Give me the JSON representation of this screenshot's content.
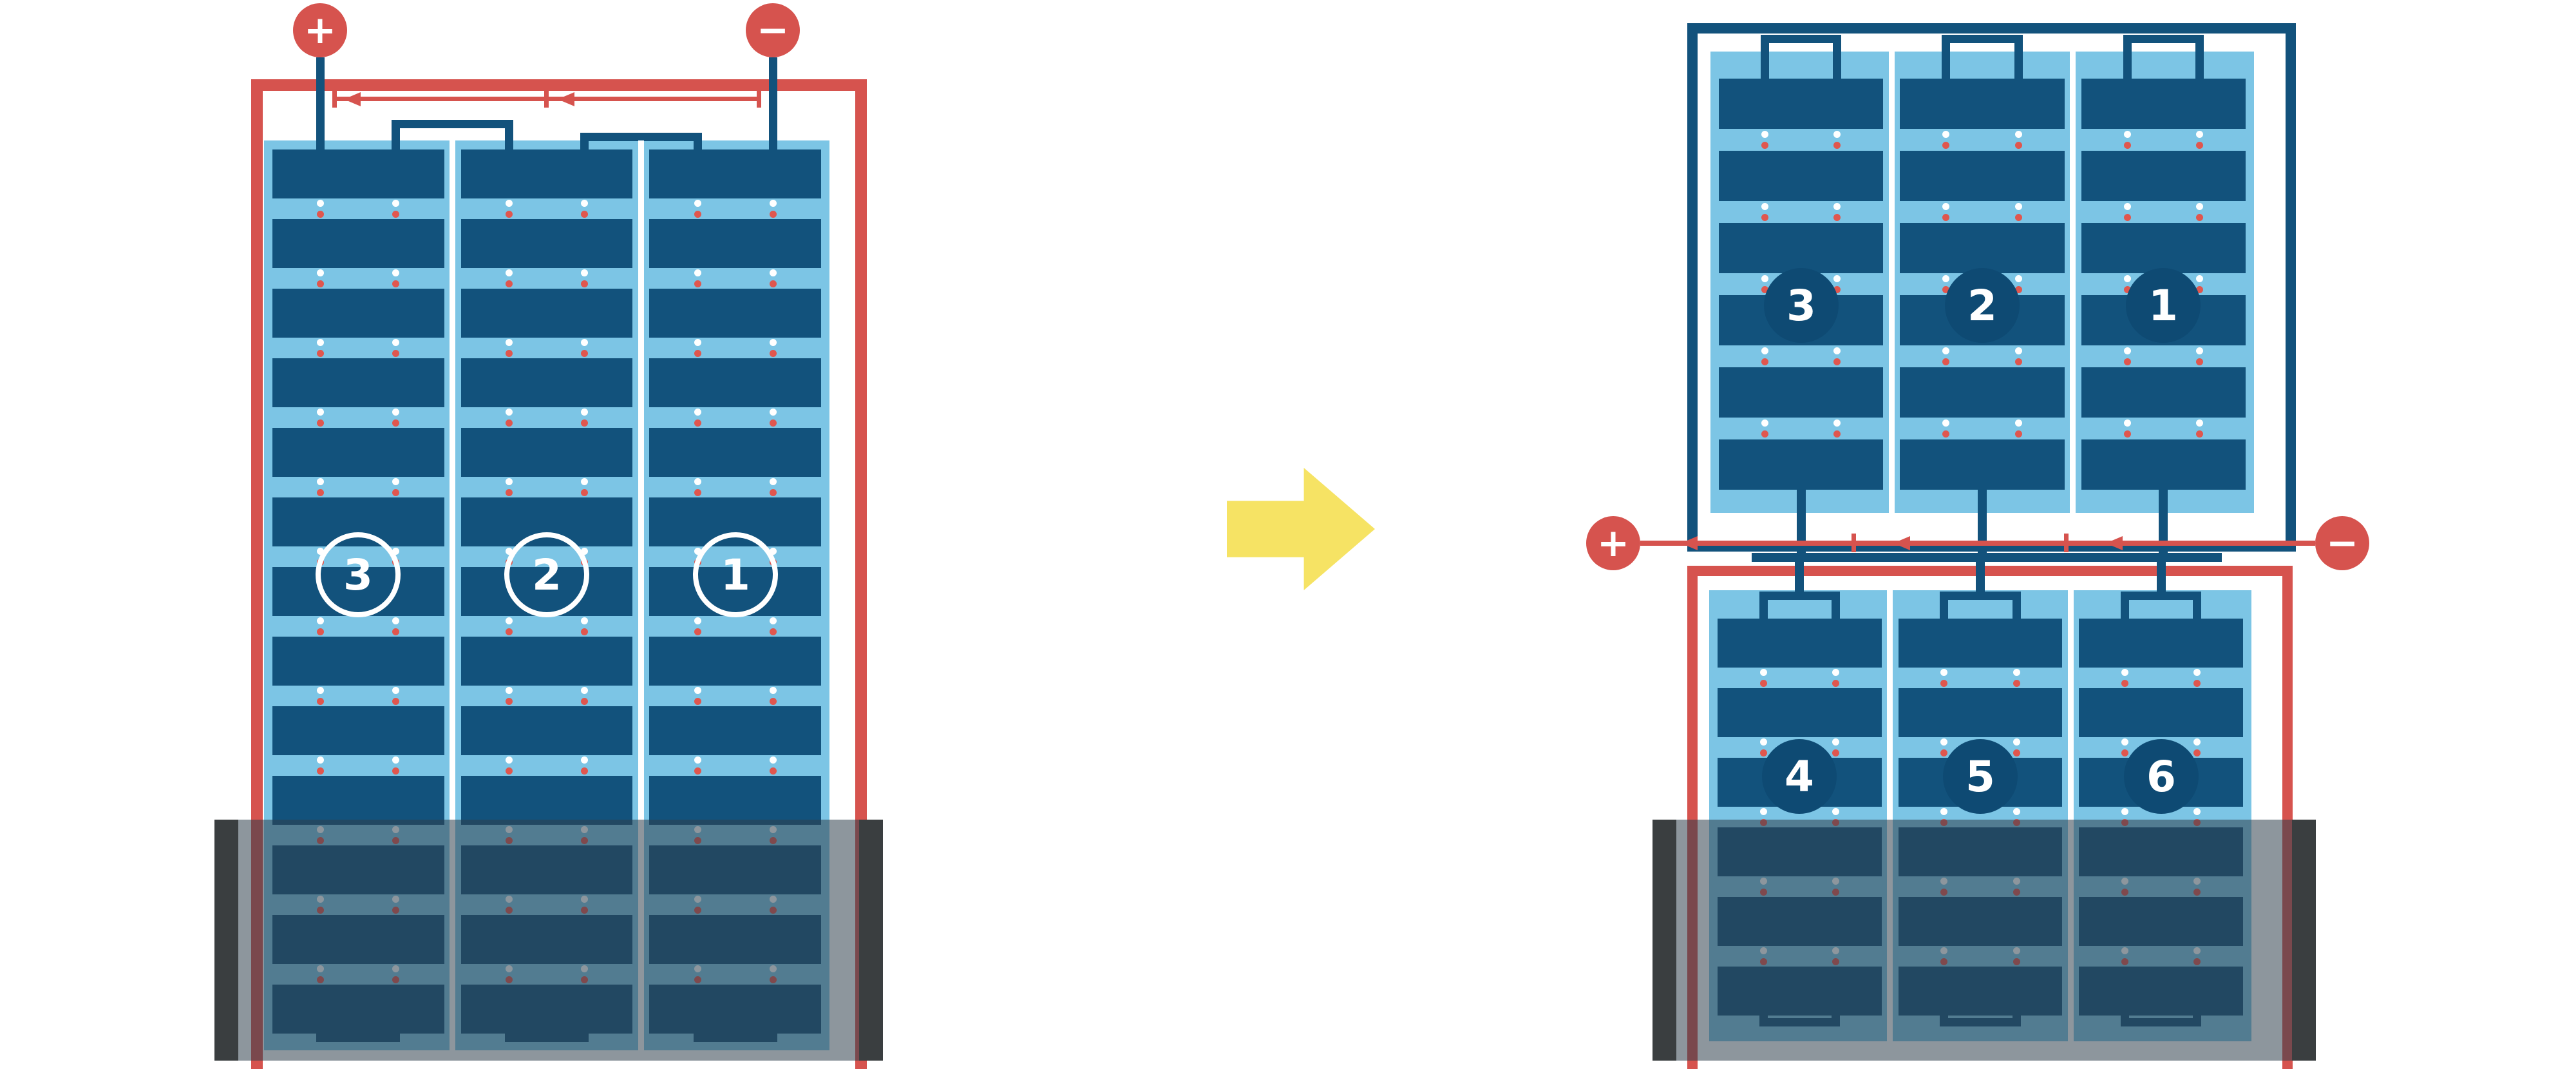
{
  "left_assembly": {
    "plus_label": "+",
    "minus_label": "−",
    "module_labels": [
      "3",
      "2",
      "1"
    ],
    "sections": 3,
    "cell_rows": 13,
    "shaded_region": "bottom"
  },
  "right_assembly": {
    "plus_label": "+",
    "minus_label": "−",
    "top_module_labels": [
      "3",
      "2",
      "1"
    ],
    "bottom_module_labels": [
      "4",
      "5",
      "6"
    ],
    "sections_per_module": 3,
    "cell_rows_per_module": 6,
    "shaded_region": "bottom"
  },
  "colors": {
    "red": "#D6534E",
    "navy": "#12527C",
    "navy_deep": "#0E4A73",
    "light_blue": "#7CC5E5",
    "yellow": "#F6E364",
    "shade": "rgba(47,63,76,0.55)",
    "bar_dark": "#3A3E40",
    "dot_red": "#E0564E",
    "dot_white": "#FFFFFF"
  }
}
